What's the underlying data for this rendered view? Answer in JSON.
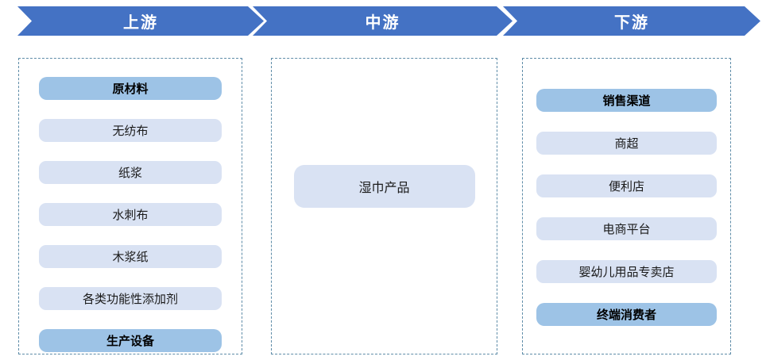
{
  "diagram": {
    "title_hint": "wet-wipes-industry-chain",
    "stages": [
      {
        "label": "上游"
      },
      {
        "label": "中游"
      },
      {
        "label": "下游"
      }
    ],
    "columns": [
      {
        "stage": "上游",
        "items": [
          {
            "label": "原材料",
            "type": "category"
          },
          {
            "label": "无纺布",
            "type": "item"
          },
          {
            "label": "纸浆",
            "type": "item"
          },
          {
            "label": "水刺布",
            "type": "item"
          },
          {
            "label": "木浆纸",
            "type": "item"
          },
          {
            "label": "各类功能性添加剂",
            "type": "item"
          },
          {
            "label": "生产设备",
            "type": "category"
          }
        ]
      },
      {
        "stage": "中游",
        "items": [
          {
            "label": "湿巾产品",
            "type": "product"
          }
        ]
      },
      {
        "stage": "下游",
        "items": [
          {
            "label": "销售渠道",
            "type": "category"
          },
          {
            "label": "商超",
            "type": "item"
          },
          {
            "label": "便利店",
            "type": "item"
          },
          {
            "label": "电商平台",
            "type": "item"
          },
          {
            "label": "婴幼儿用品专卖店",
            "type": "item"
          },
          {
            "label": "终端消费者",
            "type": "category"
          }
        ]
      }
    ],
    "colors": {
      "arrow_blue": "#4472C4",
      "arrow_text": "#FFFFFF",
      "category_box": "#9DC3E6",
      "item_box": "#D9E2F3",
      "dashed_border": "#5E8CA8"
    }
  }
}
